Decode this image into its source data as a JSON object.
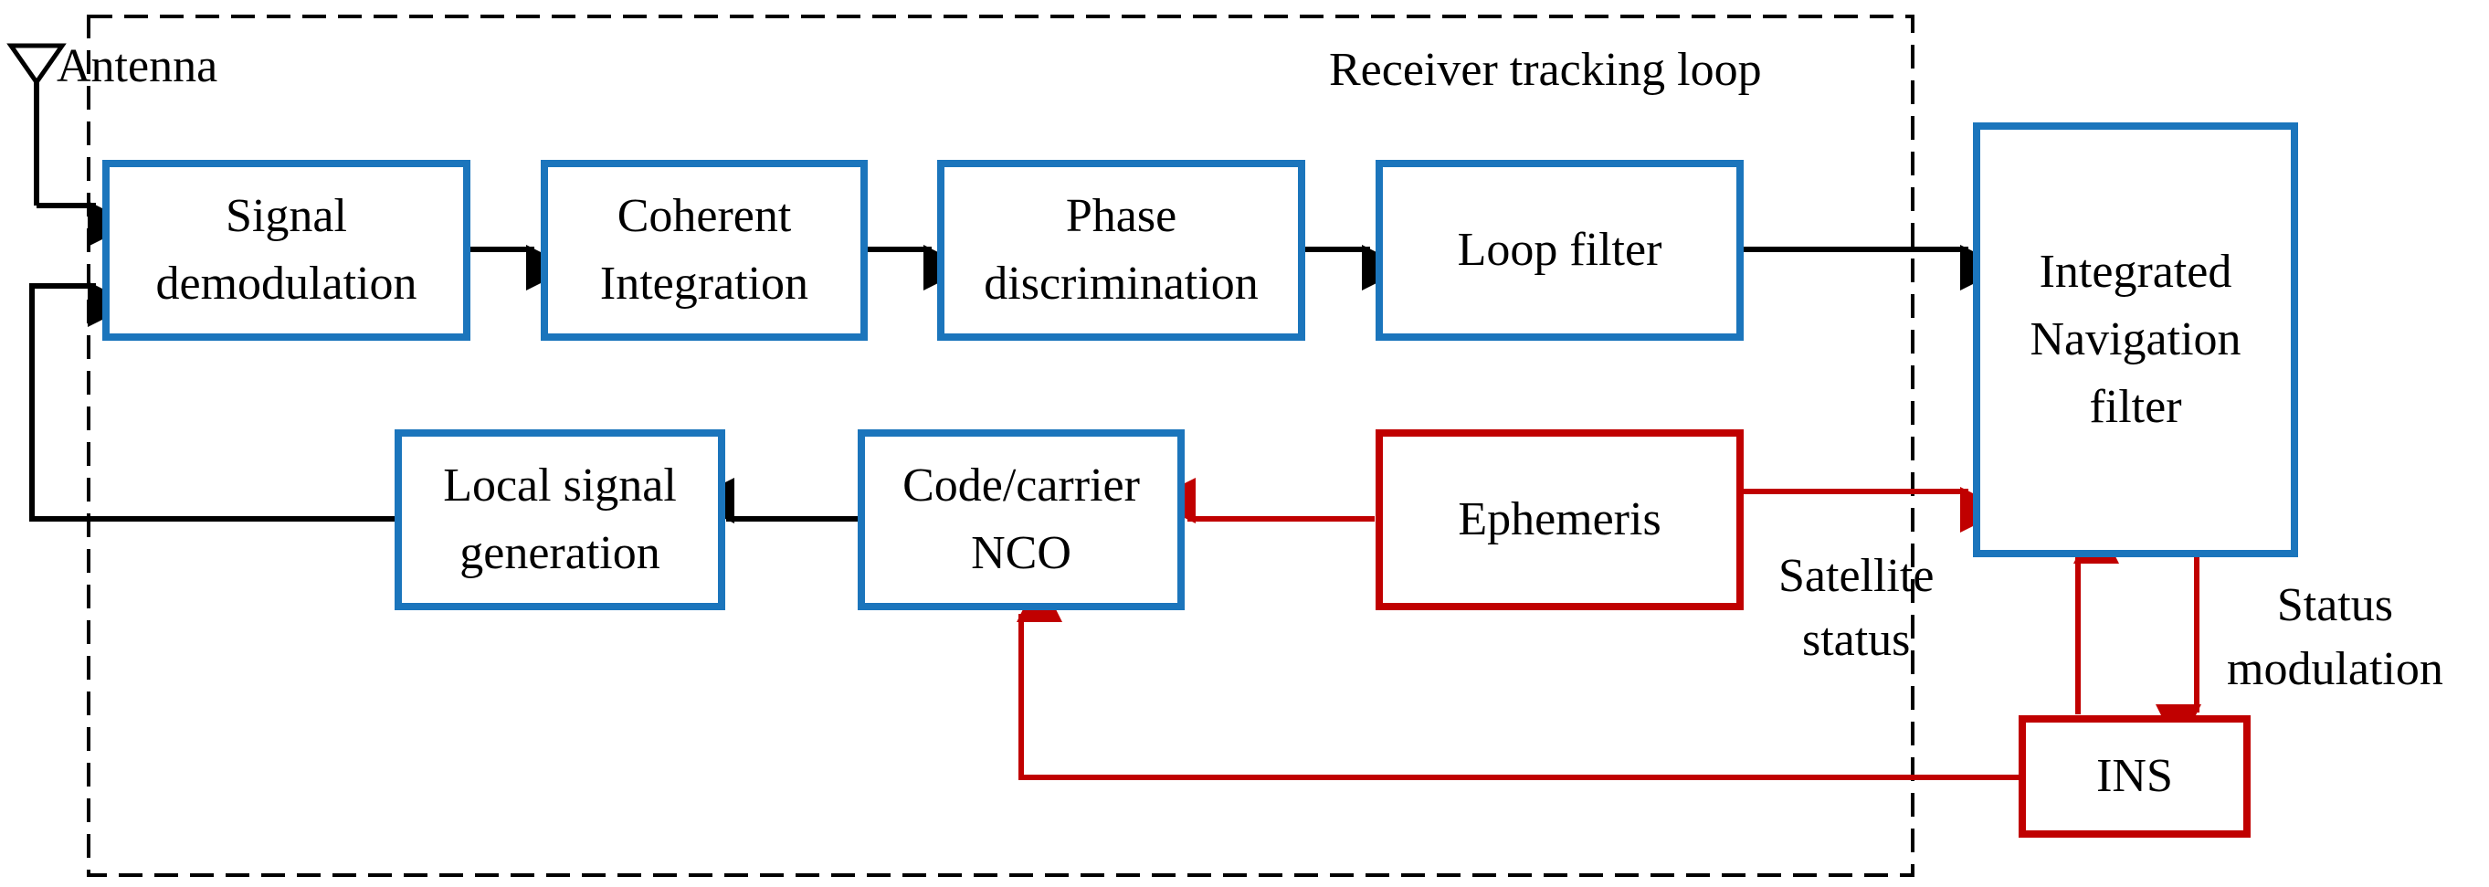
{
  "labels": {
    "antenna": "Antenna",
    "loop_title": "Receiver tracking loop",
    "satellite_status": "Satellite\nstatus",
    "status_modulation": "Status\nmodulation"
  },
  "blocks": {
    "signal_demodulation": "Signal\ndemodulation",
    "coherent_integration": "Coherent\nIntegration",
    "phase_discrimination": "Phase\ndiscrimination",
    "loop_filter": "Loop filter",
    "integrated_navigation_filter": "Integrated\nNavigation\nfilter",
    "local_signal_generation": "Local signal\ngeneration",
    "code_carrier_nco": "Code/carrier\nNCO",
    "ephemeris": "Ephemeris",
    "ins": "INS"
  },
  "colors": {
    "blue_block": "#1b75bc",
    "red_block": "#c00000",
    "black_flow": "#000000"
  }
}
